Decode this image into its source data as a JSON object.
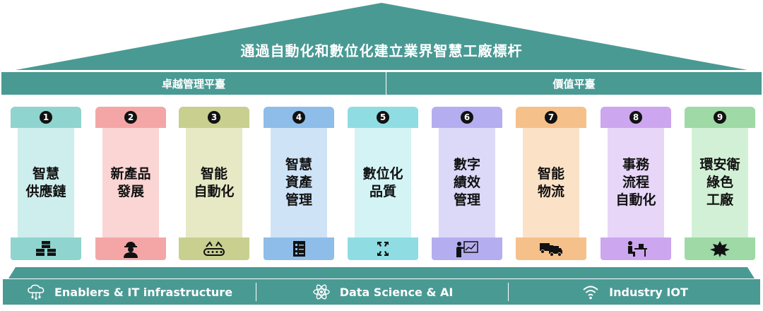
{
  "roof": {
    "title": "通過自動化和數位化建立業界智慧工廠標杆",
    "color": "#4a9a94"
  },
  "platforms": [
    {
      "label": "卓越管理平臺"
    },
    {
      "label": "價值平臺"
    }
  ],
  "pillars": [
    {
      "number": "1",
      "label": "智慧\n供應鏈",
      "icon": "boxes-icon",
      "cap": "#8fd4ce",
      "shaft": "#cdeeec"
    },
    {
      "number": "2",
      "label": "新產品\n發展",
      "icon": "engineer-icon",
      "cap": "#f4a6a6",
      "shaft": "#fbd4d4"
    },
    {
      "number": "3",
      "label": "智能\n自動化",
      "icon": "conveyor-icon",
      "cap": "#c9cf8e",
      "shaft": "#e6e9c4"
    },
    {
      "number": "4",
      "label": "智慧\n資產\n管理",
      "icon": "checklist-icon",
      "cap": "#8ebde9",
      "shaft": "#cfe3f7"
    },
    {
      "number": "5",
      "label": "數位化\n品質",
      "icon": "arrows-icon",
      "cap": "#8fdde2",
      "shaft": "#d3f3f5"
    },
    {
      "number": "6",
      "label": "數字\n績效\n管理",
      "icon": "presenter-icon",
      "cap": "#b4aef0",
      "shaft": "#dcd9f8"
    },
    {
      "number": "7",
      "label": "智能\n物流",
      "icon": "trucks-icon",
      "cap": "#f6c08a",
      "shaft": "#fbe2c6"
    },
    {
      "number": "8",
      "label": "事務\n流程\n自動化",
      "icon": "desk-worker-icon",
      "cap": "#cca6ee",
      "shaft": "#e7d6f8"
    },
    {
      "number": "9",
      "label": "環安衛\n綠色\n工廠",
      "icon": "leaf-icon",
      "cap": "#9ed9a6",
      "shaft": "#d2f0d5"
    }
  ],
  "foundation": [
    {
      "label": "Enablers & IT infrastructure",
      "icon": "cloud-network-icon"
    },
    {
      "label": "Data  Science & AI",
      "icon": "atom-icon"
    },
    {
      "label": "Industry IOT",
      "icon": "wifi-icon"
    }
  ]
}
